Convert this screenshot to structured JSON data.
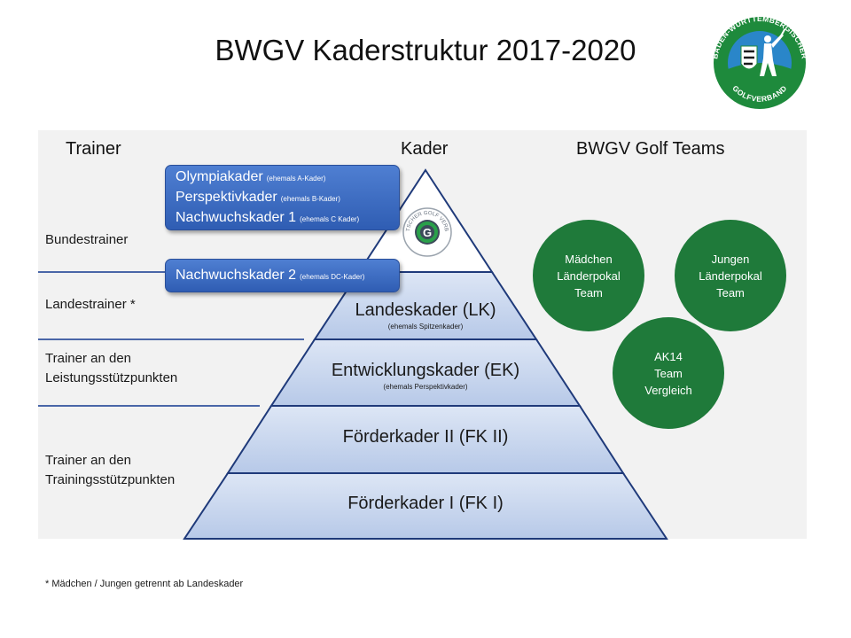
{
  "title": "BWGV Kaderstruktur  2017-2020",
  "logo": {
    "ring_text": "BADEN-WÜRTTEMBERGISCHER",
    "bottom_text": "GOLFVERBAND",
    "colors": {
      "ring": "#1e8a3c",
      "sky": "#2a86c9",
      "white": "#ffffff"
    }
  },
  "headers": {
    "trainer": "Trainer",
    "kader": "Kader",
    "teams": "BWGV Golf Teams"
  },
  "trainers": {
    "bundes": "Bundestrainer",
    "landes": "Landestrainer *",
    "leistung_1": "Trainer an den",
    "leistung_2": "Leistungsstützpunkten",
    "training_1": "Trainer an den",
    "training_2": "Trainingsstützpunkten"
  },
  "pyramid": {
    "dgv_ring_text": "DEUTSCHER GOLF VERBAND",
    "dgv_letter": "G",
    "levels": [
      {
        "name": "Landeskader (LK)",
        "sub": "(ehemals Spitzenkader)"
      },
      {
        "name": "Entwicklungskader (EK)",
        "sub": "(ehemals Perspektivkader)"
      },
      {
        "name": "Förderkader II (FK II)",
        "sub": ""
      },
      {
        "name": "Förderkader I (FK I)",
        "sub": ""
      }
    ],
    "colors": {
      "fill_top": "#d9e2f3",
      "fill_bottom": "#b4c7e7",
      "line": "#1f3a7a"
    }
  },
  "bund_box": {
    "lines": [
      {
        "name": "Olympiakader",
        "note": "(ehemals A-Kader)"
      },
      {
        "name": "Perspektivkader",
        "note": "(ehemals B-Kader)"
      },
      {
        "name": "Nachwuchskader 1",
        "note": "(ehemals C Kader)"
      }
    ]
  },
  "nk2_box": {
    "name": "Nachwuchskader 2",
    "note": "(ehemals DC-Kader)"
  },
  "teams": {
    "maedchen": {
      "l1": "Mädchen",
      "l2": "Länderpokal",
      "l3": "Team"
    },
    "jungen": {
      "l1": "Jungen",
      "l2": "Länderpokal",
      "l3": "Team"
    },
    "ak14": {
      "l1": "AK14",
      "l2": "Team",
      "l3": "Vergleich"
    },
    "color": "#1f7a3a"
  },
  "footnote": "* Mädchen / Jungen getrennt ab Landeskader"
}
